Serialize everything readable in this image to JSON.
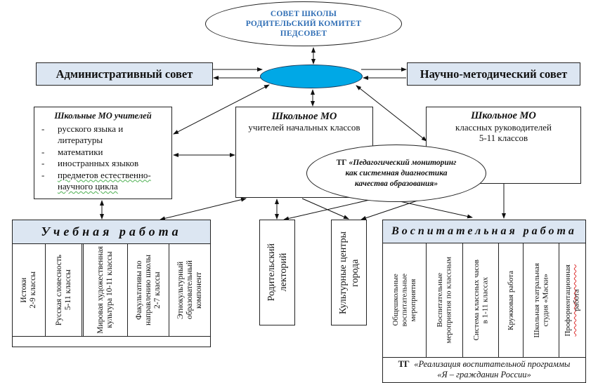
{
  "top_ellipse": {
    "lines": [
      "СОВЕТ ШКОЛЫ",
      "РОДИТЕЛЬСКИЙ КОМИТЕТ",
      "ПЕДСОВЕТ"
    ],
    "text_color": "#2f6eb5"
  },
  "hub": {
    "fill_color": "#00a8e6"
  },
  "admin_council": {
    "label": "Административный совет",
    "fill_color": "#dce6f2"
  },
  "methodical_council": {
    "label": "Научно-методический совет"
  },
  "mo_teachers": {
    "title": "Школьные МО учителей",
    "items": [
      "русского языка и литературы",
      "математики",
      "иностранных языков",
      "предметов естественно-научного цикла"
    ]
  },
  "mo_primary": {
    "title": "Школьное МО",
    "subtitle": "учителей начальных классов"
  },
  "mo_class_leaders": {
    "title": "Школьное МО",
    "subtitle_1": "классных руководителей",
    "subtitle_2": "5-11 классов"
  },
  "tg_monitoring": {
    "prefix": "ТГ",
    "line_1": "«Педагогический мониторинг",
    "line_2": "как системная диагностика",
    "line_3": "качества образования»"
  },
  "academic_work": {
    "title": "Учебная работа",
    "columns": [
      {
        "line_1": "Истоки",
        "line_2": "2-9 классы"
      },
      {
        "line_1": "Русская словесность",
        "line_2": "5-11 классы"
      },
      {
        "line_1": "Мировая художественная",
        "line_2": "культура 10-11 классы"
      },
      {
        "line_1": "Факультативы по",
        "line_2": "направлению школы",
        "line_3": "2-7 классы"
      },
      {
        "line_1": "Этнокультурный",
        "line_2": "образовательный компонент"
      }
    ]
  },
  "parent_lecture": {
    "line_1": "Родительский",
    "line_2": "лекторий"
  },
  "culture_centers": {
    "line_1": "Культурные центры",
    "line_2": "города"
  },
  "educational_work": {
    "title": "Воспитательная работа",
    "columns": [
      {
        "line_1": "Общешкольные",
        "line_2": "воспитательные",
        "line_3": "мероприятия"
      },
      {
        "line_1": "Воспитательные",
        "line_2": "мероприятия по классным"
      },
      {
        "line_1": "Система классных часов",
        "line_2": "в 1-11 классах"
      },
      {
        "line_1": "Кружковая работа"
      },
      {
        "line_1": "Школьная театральная",
        "line_2": "студия «Маски»"
      },
      {
        "line_1": "Профориентационная",
        "line_2": "работа"
      }
    ],
    "footer_prefix": "ТГ",
    "footer_line_1": "«Реализация воспитательной   программы",
    "footer_line_2": "«Я – гражданин России»"
  }
}
